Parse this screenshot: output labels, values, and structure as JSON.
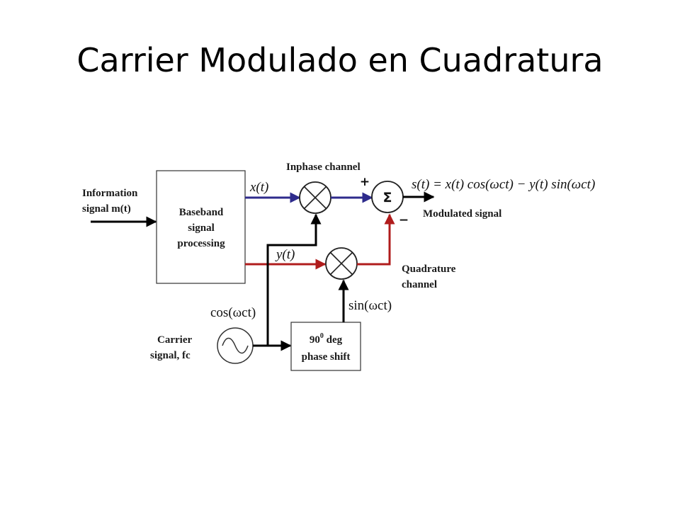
{
  "title": "Carrier Modulado en Cuadratura",
  "colors": {
    "inphase": "#2e2b8c",
    "quadrature": "#b01c1c",
    "carrier": "#000000"
  },
  "diagram": {
    "info_signal": [
      "Information",
      "signal m(t)"
    ],
    "baseband": [
      "Baseband",
      "signal",
      "processing"
    ],
    "inphase_label": "Inphase channel",
    "x_of_t": "x(t)",
    "y_of_t": "y(t)",
    "sum_symbol": "Σ",
    "plus_sign": "+",
    "minus_sign": "−",
    "output_equation": "s(t) = x(t) cos(ωct) − y(t) sin(ωct)",
    "modulated_label": "Modulated signal",
    "quadrature_label": [
      "Quadrature",
      "channel"
    ],
    "cos_label": "cos(ωct)",
    "sin_label": "sin(ωct)",
    "carrier_label": [
      "Carrier",
      "signal, fc"
    ],
    "phase_shift_degree": "90",
    "phase_shift_sup": "0",
    "phase_shift_rest": " deg",
    "phase_shift_line2": "phase shift"
  }
}
